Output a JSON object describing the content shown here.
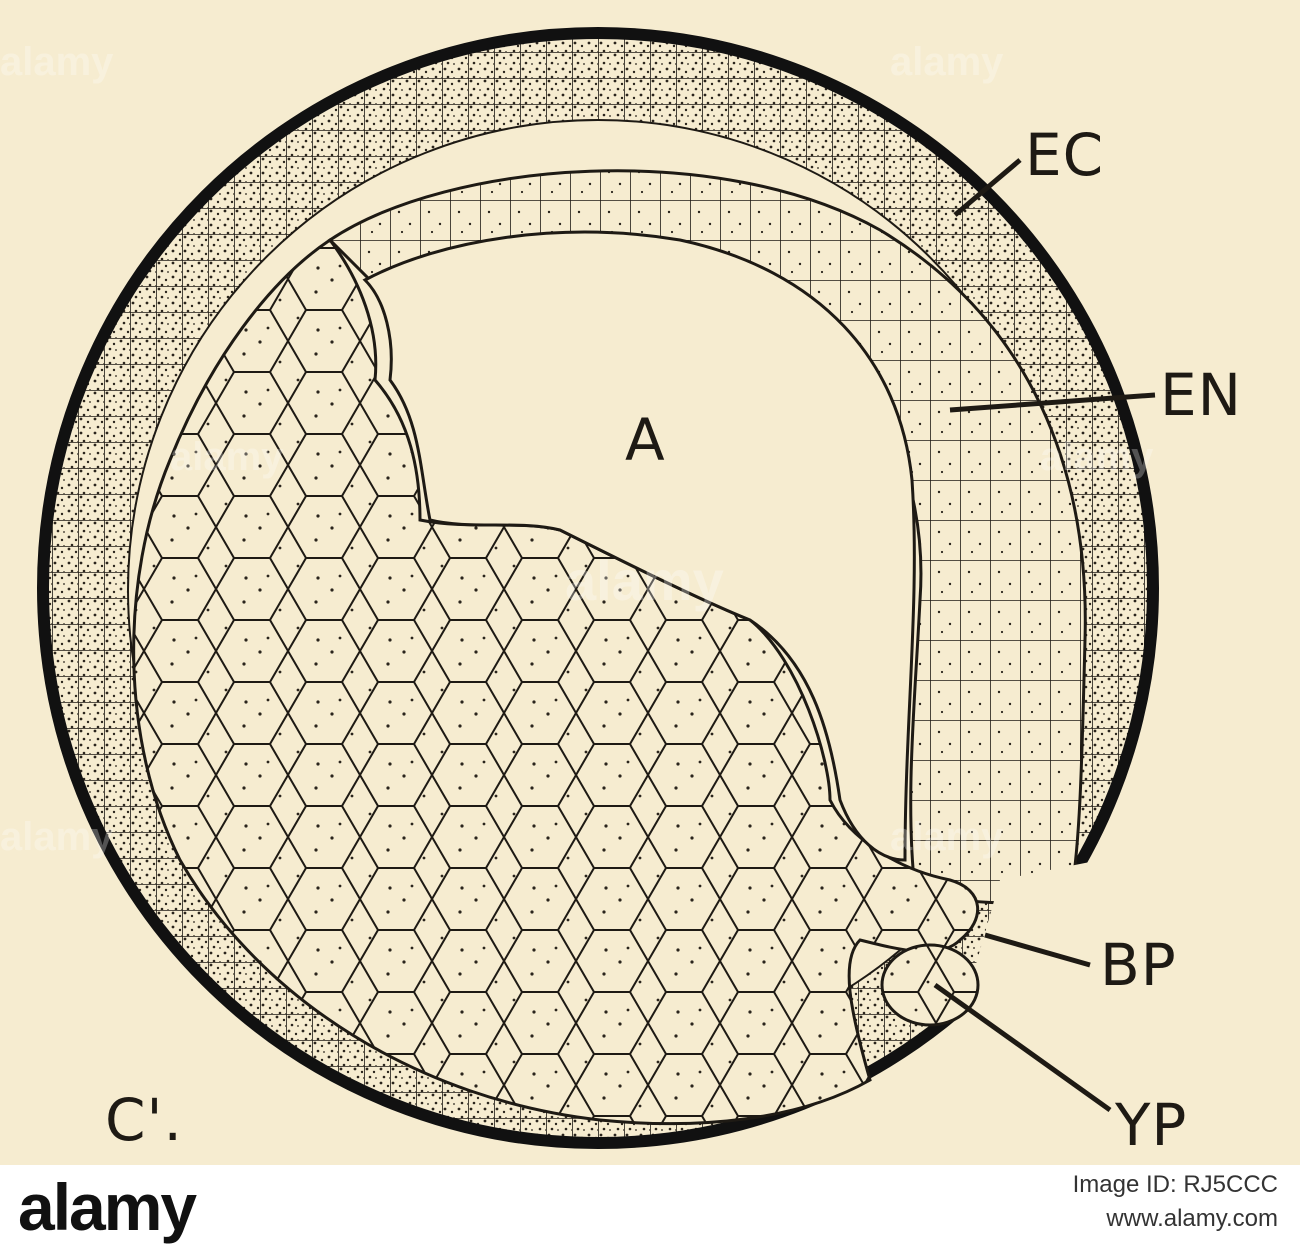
{
  "figure": {
    "panel_label": "C'.",
    "labels": {
      "ectoderm": "EC",
      "endoderm": "EN",
      "archenteron": "A",
      "blastopore": "BP",
      "yolk_plug": "YP"
    }
  },
  "watermark": {
    "text": "alamy"
  },
  "footer": {
    "brand": "alamy",
    "image_id_line": "Image ID: RJ5CCC",
    "site": "www.alamy.com"
  },
  "colors": {
    "paper": "#f6ecd0",
    "ink": "#1e1a14"
  }
}
